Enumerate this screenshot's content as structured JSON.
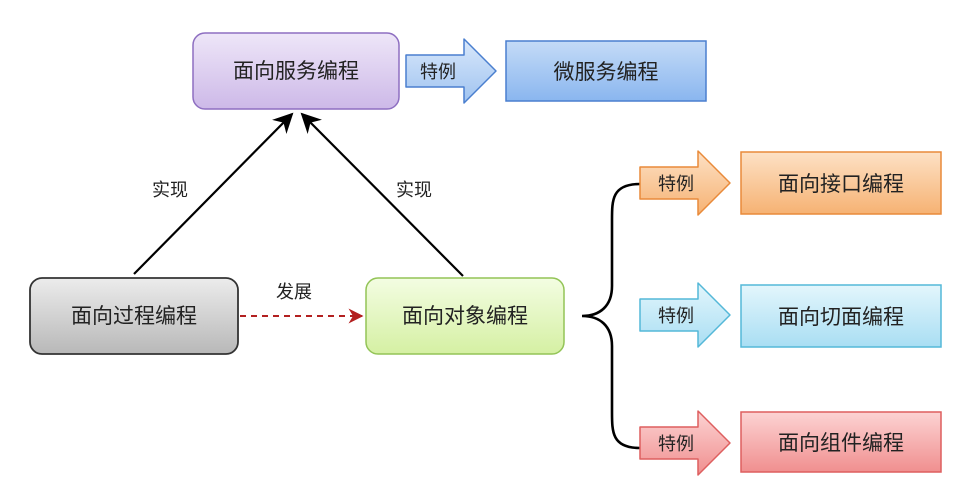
{
  "nodes": {
    "soa": {
      "label": "面向服务编程"
    },
    "microservice": {
      "label": "微服务编程"
    },
    "procedural": {
      "label": "面向过程编程"
    },
    "oop": {
      "label": "面向对象编程"
    },
    "interface": {
      "label": "面向接口编程"
    },
    "aspect": {
      "label": "面向切面编程"
    },
    "component": {
      "label": "面向组件编程"
    }
  },
  "edges": {
    "implement_left": {
      "label": "实现"
    },
    "implement_right": {
      "label": "实现"
    },
    "evolve": {
      "label": "发展"
    }
  },
  "special_case_arrows": {
    "microservice": {
      "label": "特例"
    },
    "interface": {
      "label": "特例"
    },
    "aspect": {
      "label": "特例"
    },
    "component": {
      "label": "特例"
    }
  },
  "colors": {
    "soa_fill": "#d6c7ec",
    "soa_border": "#8e6fc1",
    "microservice_fill": "#9fc3f0",
    "microservice_border": "#4a7fcf",
    "procedural_fill": "#cfcfcf",
    "procedural_border": "#333333",
    "oop_fill": "#dff5b8",
    "oop_border": "#93c457",
    "interface_fill": "#f9c28f",
    "interface_border": "#e98a3a",
    "aspect_fill": "#bfe8f6",
    "aspect_border": "#54b8d8",
    "component_fill": "#f5a5a5",
    "component_border": "#de5f5f",
    "evolve_arrow": "#b32020"
  }
}
